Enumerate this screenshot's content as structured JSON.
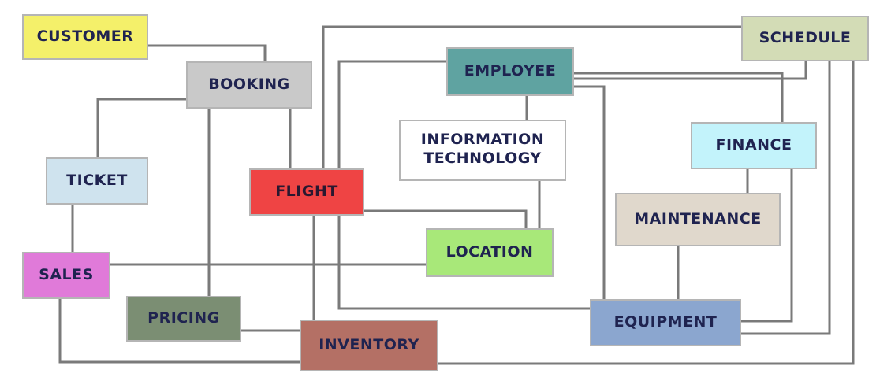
{
  "diagram": {
    "nodes": [
      {
        "id": "customer",
        "label": "CUSTOMER",
        "color": "#f4f06a"
      },
      {
        "id": "booking",
        "label": "BOOKING",
        "color": "#c9c9c9"
      },
      {
        "id": "employee",
        "label": "EMPLOYEE",
        "color": "#5fa3a1"
      },
      {
        "id": "schedule",
        "label": "SCHEDULE",
        "color": "#d3dcb6"
      },
      {
        "id": "infotech",
        "label": "INFORMATION TECHNOLOGY",
        "color": "#ffffff"
      },
      {
        "id": "finance",
        "label": "FINANCE",
        "color": "#c3f3fb"
      },
      {
        "id": "ticket",
        "label": "TICKET",
        "color": "#cfe3ee"
      },
      {
        "id": "flight",
        "label": "FLIGHT",
        "color": "#ef4444"
      },
      {
        "id": "maintenance",
        "label": "MAINTENANCE",
        "color": "#e0d8cc"
      },
      {
        "id": "location",
        "label": "LOCATION",
        "color": "#a8e879"
      },
      {
        "id": "sales",
        "label": "SALES",
        "color": "#e07ad9"
      },
      {
        "id": "pricing",
        "label": "PRICING",
        "color": "#7b8e73"
      },
      {
        "id": "equipment",
        "label": "EQUIPMENT",
        "color": "#8ba6cf"
      },
      {
        "id": "inventory",
        "label": "INVENTORY",
        "color": "#b47065"
      }
    ],
    "line_color": "#7a7a7a",
    "connections": [
      [
        "customer",
        "booking"
      ],
      [
        "booking",
        "ticket"
      ],
      [
        "booking",
        "flight"
      ],
      [
        "booking",
        "pricing"
      ],
      [
        "ticket",
        "sales"
      ],
      [
        "sales",
        "location"
      ],
      [
        "sales",
        "inventory"
      ],
      [
        "pricing",
        "inventory"
      ],
      [
        "flight",
        "inventory"
      ],
      [
        "flight",
        "location"
      ],
      [
        "flight",
        "schedule"
      ],
      [
        "employee",
        "infotech"
      ],
      [
        "employee",
        "equipment"
      ],
      [
        "employee",
        "finance"
      ],
      [
        "employee",
        "schedule"
      ],
      [
        "infotech",
        "location"
      ],
      [
        "finance",
        "maintenance"
      ],
      [
        "maintenance",
        "equipment"
      ],
      [
        "schedule",
        "equipment"
      ],
      [
        "schedule",
        "inventory"
      ]
    ]
  }
}
